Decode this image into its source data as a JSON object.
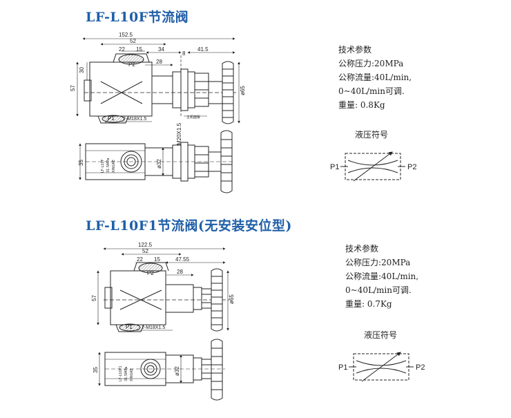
{
  "section1": {
    "title": "LF-L10F节流阀",
    "specs": [
      "技术参数",
      "公称压力:20MPa",
      "公称流量:40L/min,",
      "0~40L/min可调.",
      "重量: 0.8Kg"
    ],
    "symbol_title": "液压符号",
    "p1": "P1",
    "p2": "P2",
    "dims": {
      "d152_5": "152.5",
      "d52": "52",
      "d22": "22",
      "d15": "15",
      "d34": "34",
      "d8": "8",
      "d41_5": "41.5",
      "d28": "28",
      "d30": "30",
      "d57": "57",
      "d65": "ø65",
      "d35": "35",
      "d32": "ø32",
      "m20": "M20X1.5",
      "panel": "主机面板",
      "thread": "2-M18X1.5",
      "port_p1": "P1",
      "port_p2": "P2",
      "nameplate": [
        "LF-L10F",
        "31.5MPa",
        "XINGKE"
      ]
    }
  },
  "section2": {
    "title": "LF-L10F1节流阀(无安装安位型)",
    "specs": [
      "技术参数",
      "公称压力:20MPa",
      "公称流量:40L/min,",
      "0~40L/min可调.",
      "重量: 0.7Kg"
    ],
    "symbol_title": "液压符号",
    "p1": "P1",
    "p2": "P2",
    "dims": {
      "d122_5": "122.5",
      "d52": "52",
      "d22": "22",
      "d15": "15",
      "d47_55": "47.55",
      "d28": "28",
      "d57": "57",
      "d65": "ø65",
      "d35": "35",
      "d32": "ø32",
      "thread": "2-M18X1.5",
      "port_p1": "P1",
      "port_p2": "P2",
      "nameplate": [
        "LF-L10F1",
        "31.5MPa",
        "XINGKE"
      ]
    }
  }
}
